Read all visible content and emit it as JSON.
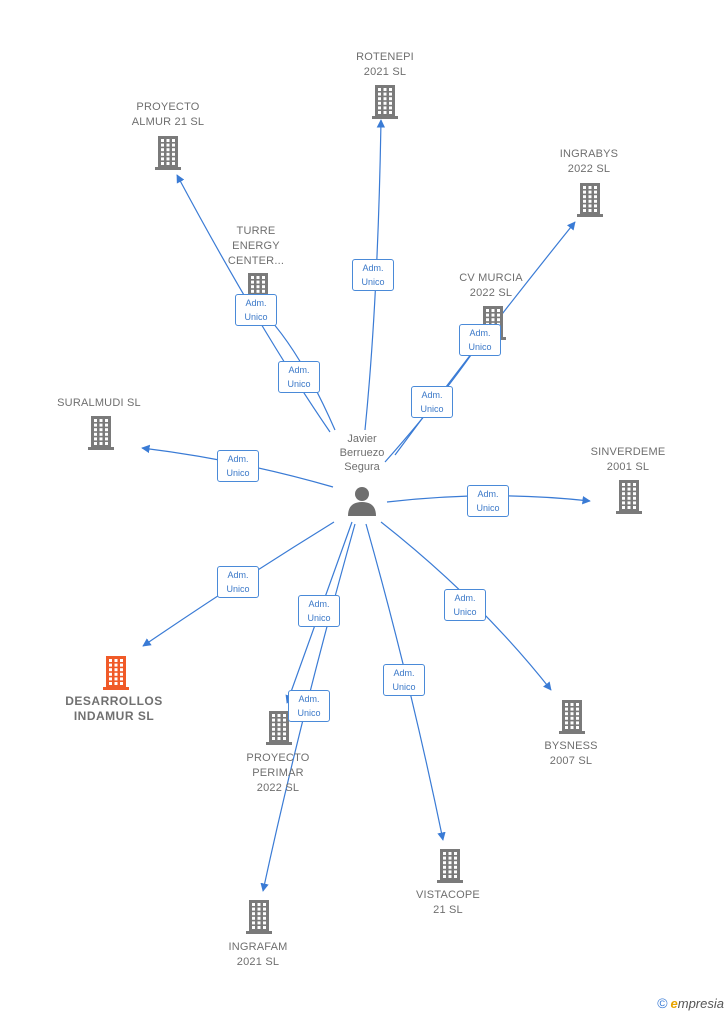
{
  "colors": {
    "building": "#7a7a7a",
    "highlight": "#f05a28",
    "edge": "#3a7bd5",
    "person": "#6f6f6f"
  },
  "person": {
    "name": "Javier\nBerruezo\nSegura",
    "icon": "person-icon"
  },
  "edge_label": "Adm.\nUnico",
  "nodes": [
    {
      "id": "rotenepi",
      "label": "ROTENEPI\n2021  SL"
    },
    {
      "id": "proyecto-almur",
      "label": "PROYECTO\nALMUR 21  SL"
    },
    {
      "id": "ingrabys",
      "label": "INGRABYS\n2022  SL"
    },
    {
      "id": "turre-energy",
      "label": "TURRE\nENERGY\nCENTER..."
    },
    {
      "id": "cv-murcia",
      "label": "CV MURCIA\n2022  SL"
    },
    {
      "id": "suralmudi",
      "label": "SURALMUDI SL"
    },
    {
      "id": "sinverdeme",
      "label": "SINVERDEME\n2001  SL"
    },
    {
      "id": "desarrollos-indamur",
      "label": "DESARROLLOS\nINDAMUR  SL",
      "highlight": true
    },
    {
      "id": "proyecto-perimar",
      "label": "PROYECTO\nPERIMAR\n2022  SL"
    },
    {
      "id": "bysness",
      "label": "BYSNESS\n2007  SL"
    },
    {
      "id": "vistacope",
      "label": "VISTACOPE\n21  SL"
    },
    {
      "id": "ingrafam",
      "label": "INGRAFAM\n2021  SL"
    }
  ],
  "edges": [
    {
      "to": "rotenepi",
      "label": "Adm.\nUnico"
    },
    {
      "to": "proyecto-almur",
      "label": "Adm.\nUnico"
    },
    {
      "to": "turre-energy",
      "label": "Adm.\nUnico"
    },
    {
      "to": "ingrabys",
      "label": "Adm.\nUnico"
    },
    {
      "to": "cv-murcia",
      "label": "Adm.\nUnico"
    },
    {
      "to": "suralmudi",
      "label": "Adm.\nUnico"
    },
    {
      "to": "sinverdeme",
      "label": "Adm.\nUnico"
    },
    {
      "to": "desarrollos-indamur",
      "label": "Adm.\nUnico"
    },
    {
      "to": "proyecto-perimar",
      "label": "Adm.\nUnico"
    },
    {
      "to": "bysness",
      "label": "Adm.\nUnico"
    },
    {
      "to": "vistacope",
      "label": "Adm.\nUnico"
    },
    {
      "to": "ingrafam",
      "label": "Adm.\nUnico"
    }
  ],
  "footer": {
    "copyright": "©",
    "brand_e": "e",
    "brand_rest": "mpresia"
  }
}
